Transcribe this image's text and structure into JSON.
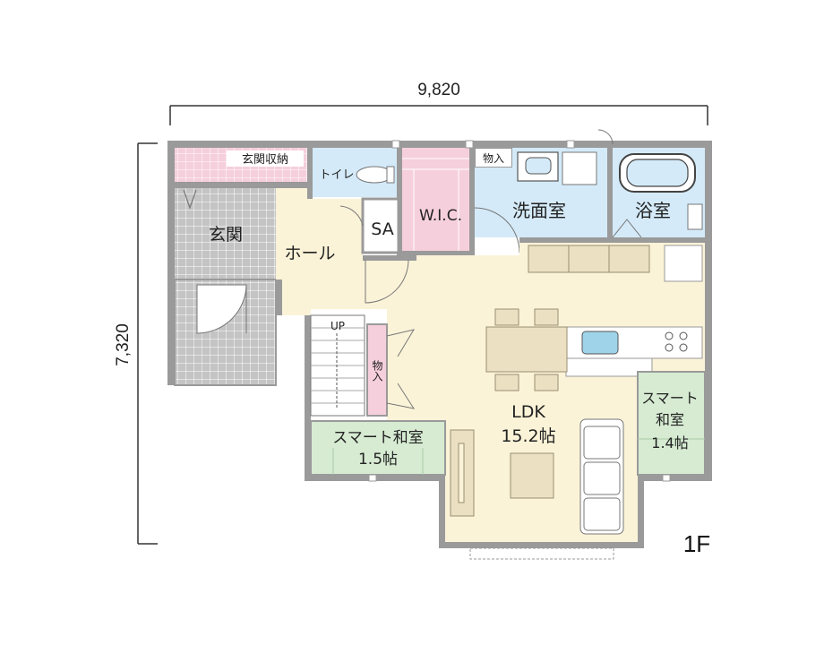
{
  "dimensions": {
    "width": "9,820",
    "height": "7,320"
  },
  "floor": "1F",
  "rooms": {
    "genkan_storage": "玄関収納",
    "toilet": "トイレ",
    "genkan": "玄関",
    "hall": "ホール",
    "sa": "SA",
    "wic": "W.I.C.",
    "storage_small": "物入",
    "washroom": "洗面室",
    "bathroom": "浴室",
    "stair_up": "UP",
    "stair_storage": "物入",
    "smart_washitsu_left": "スマート和室",
    "smart_washitsu_left_size": "1.5帖",
    "ldk": "LDK",
    "ldk_size": "15.2帖",
    "smart_washitsu_right_line1": "スマート",
    "smart_washitsu_right_line2": "和室",
    "smart_washitsu_right_size": "1.4帖"
  },
  "colors": {
    "wall": "#9a9a9a",
    "genkan_storage": "#f6cfdc",
    "toilet": "#d4eaf8",
    "wic": "#f6cfdc",
    "washroom": "#d4eaf8",
    "bathroom": "#d4eaf8",
    "hall": "#fbf3d8",
    "ldk": "#fbf3d8",
    "tatami": "#d6ebd2",
    "genkan_tile": "#c2c2c2",
    "furniture": "#ece0c2"
  }
}
